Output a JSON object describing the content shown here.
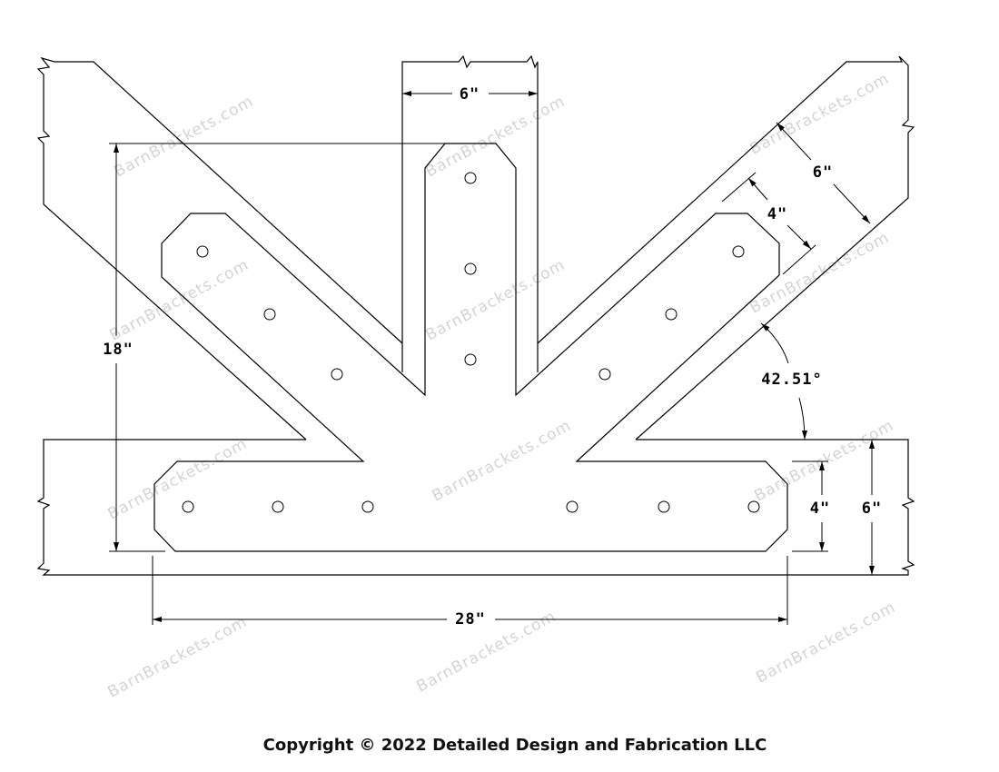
{
  "watermark": "BarnBrackets.com",
  "dimensions": {
    "post_width": "6\"",
    "height": "18\"",
    "length": "28\"",
    "plate_width_bottom": "4\"",
    "beam_depth_bottom": "6\"",
    "brace_width": "6\"",
    "plate_width_brace": "4\"",
    "angle": "42.51°"
  },
  "copyright": "Copyright © 2022 Detailed Design and Fabrication LLC"
}
